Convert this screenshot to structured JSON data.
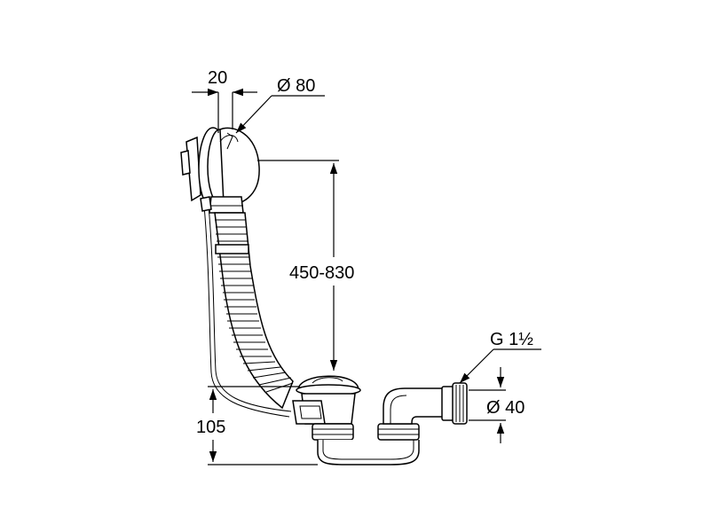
{
  "diagram": {
    "labels": {
      "overflow_width": "20",
      "overflow_diameter": "Ø 80",
      "height_range": "450-830",
      "waste_height": "105",
      "thread": "G 1½",
      "outlet_diameter": "Ø 40"
    },
    "colors": {
      "line": "#000000",
      "background": "#ffffff"
    }
  }
}
